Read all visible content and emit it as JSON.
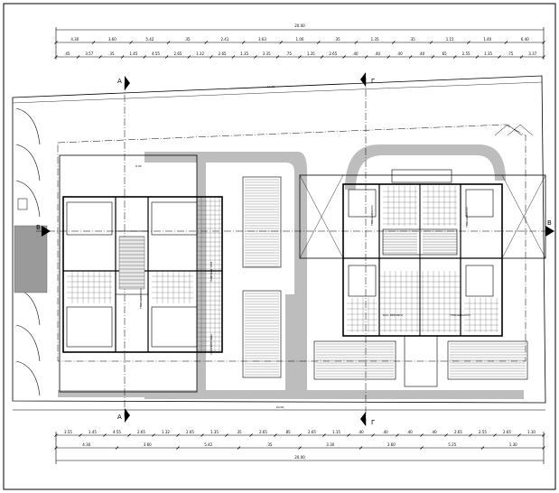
{
  "drawing": {
    "top_dims": {
      "overall": "20.00",
      "row1": [
        "4.30",
        "3.60",
        "5.42",
        ".35",
        "2.41",
        "3.63",
        "1.00",
        ".35",
        "1.35",
        ".35",
        "1.15",
        "1.40",
        "6.40"
      ],
      "row2": [
        ".45",
        "3.57",
        ".35",
        "1.45",
        "4.55",
        "2.65",
        "1.32",
        "2.65",
        "1.35",
        "3.35",
        ".75",
        "1.35",
        "2.65",
        ".40",
        ".40",
        ".40",
        ".40",
        ".65",
        "2.55",
        "1.35",
        ".75",
        "3.37"
      ]
    },
    "bottom_dims": {
      "overall": "20.00",
      "row1": [
        "3.55",
        "1.45",
        "4.55",
        "2.65",
        "1.32",
        "2.65",
        "1.35",
        ".35",
        "2.65",
        ".85",
        "2.65",
        "1.15",
        ".40",
        ".40",
        ".40",
        ".40",
        "2.65",
        "2.55",
        "2.65",
        "1.10"
      ],
      "row2": [
        "4.30",
        "3.60",
        "5.42",
        ".35",
        "3.30",
        "3.60",
        "5.25",
        "1.30"
      ]
    },
    "section_marks": {
      "A": "A",
      "B": "B",
      "gamma": "Γ"
    },
    "room_labels": {
      "left_top": "ΥΠΝΟΔΩΜΑΤΙΟ",
      "left_bottom": "ΥΠΝΟΔΩΜΑΤΙΟ",
      "left_terrace": "ΚΑΛ. ΒΕΡΑΝΤΑ",
      "right_top": "ΥΠΝΟΔΩΜΑΤΙΟ",
      "right_bottom": "ΥΠΝΟΔΩΜΑΤΙΟ",
      "right_terrace": "ΚΑΛ. ΒΕΡΑΝΤΑ"
    }
  }
}
